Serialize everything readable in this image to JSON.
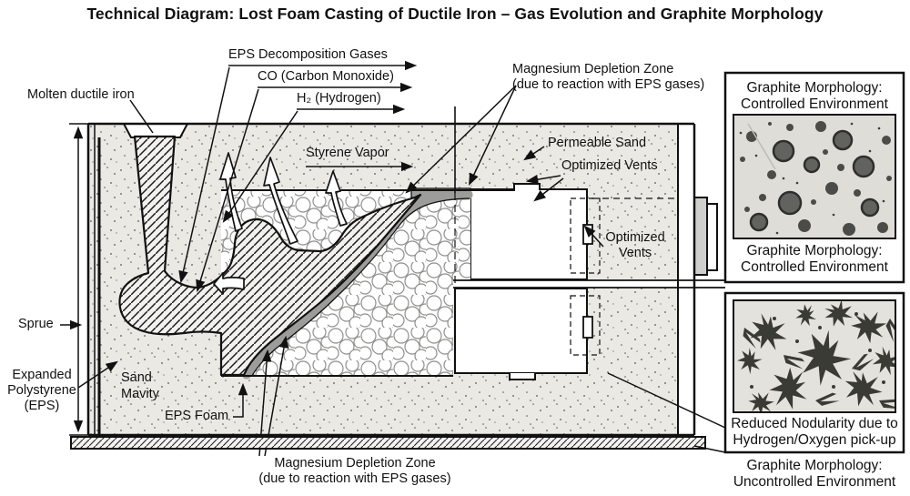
{
  "title": "Technical Diagram: Lost Foam Casting of Ductile Iron – Gas Evolution and Graphite Morphology",
  "diagram": {
    "labels": {
      "molten_iron": "Molten ductile iron",
      "eps_gases": "EPS Decomposition Gases",
      "co": "CO (Carbon Monoxide)",
      "h2": "H₂ (Hydrogen)",
      "styrene": "Styrene Vapor",
      "mg_zone_top_1": "Magnesium Depletion Zone",
      "mg_zone_top_2": "(due to reaction with EPS gases)",
      "permeable_sand": "Permeable Sand",
      "optimized_vents": "Optimized Vents",
      "optimized_vents_inner_1": "Optimized",
      "optimized_vents_inner_2": "Vents",
      "sprue": "Sprue",
      "eps_1": "Expanded",
      "eps_2": "Polystyrene",
      "eps_3": "(EPS)",
      "sand_cavity_1": "Sand",
      "sand_cavity_2": "Mavity",
      "eps_foam": "EPS Foam",
      "mg_zone_bottom_1": "Magnesium Depletion Zone",
      "mg_zone_bottom_2": "(due to reaction with EPS gases)"
    }
  },
  "panels": {
    "top": {
      "title_1": "Graphite Morphology:",
      "title_2": "Controlled Environment",
      "caption_1": "Graphite Morphology:",
      "caption_2": "Controlled Environment"
    },
    "bottom": {
      "inside_1": "Reduced Nodularity due to",
      "inside_2": "Hydrogen/Oxygen pick-up",
      "below_1": "Graphite Morphology:",
      "below_2": "Uncontrolled Environment"
    }
  },
  "colors": {
    "ink": "#111111",
    "sand": "#ebe9e4",
    "mg_band": "#9c9c9a",
    "plate": "#cfcfcb",
    "micro_bg": "#deddd8",
    "nodule": "#4b4b47",
    "flake": "#3b3b36"
  }
}
